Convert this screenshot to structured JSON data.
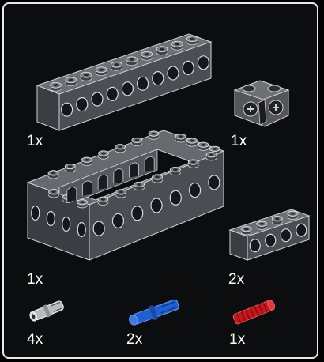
{
  "parts": [
    {
      "id": "beam-1x10",
      "quantity": "1x",
      "color": "#4a4d52"
    },
    {
      "id": "axle-pin-connector",
      "quantity": "1x",
      "color": "#4f5257"
    },
    {
      "id": "frame-5x7",
      "quantity": "1x",
      "color": "#4a4d52"
    },
    {
      "id": "beam-1x4",
      "quantity": "2x",
      "color": "#4a4d52"
    },
    {
      "id": "pin-light-gray",
      "quantity": "4x",
      "color": "#b9bcbf"
    },
    {
      "id": "axle-pin-blue",
      "quantity": "2x",
      "color": "#1f5fd1"
    },
    {
      "id": "pin-red",
      "quantity": "1x",
      "color": "#c4161c"
    }
  ],
  "colors": {
    "background": "#0c0d0f",
    "border": "#e9e9e9",
    "text": "#ffffff"
  }
}
